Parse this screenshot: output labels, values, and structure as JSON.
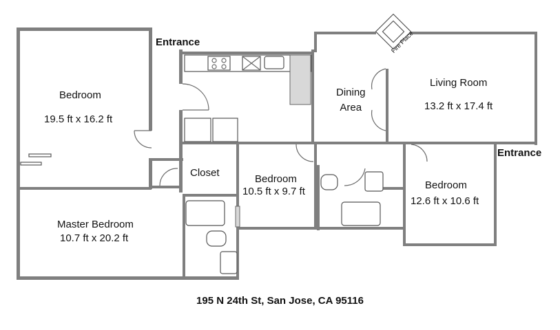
{
  "labels": {
    "entrance_top": "Entrance",
    "entrance_right": "Entrance",
    "fire_place": "Fire Place",
    "closet": "Closet",
    "dining": "Dining\nArea",
    "address": "195 N 24th St, San Jose, CA 95116"
  },
  "rooms": [
    {
      "name": "Bedroom",
      "size": "19.5 ft x 16.2 ft"
    },
    {
      "name": "Living Room",
      "size": "13.2 ft x 17.4 ft"
    },
    {
      "name": "Bedroom",
      "size": "10.5 ft x 9.7 ft"
    },
    {
      "name": "Bedroom",
      "size": "12.6 ft x 10.6 ft"
    },
    {
      "name": "Master Bedroom",
      "size": "10.7 ft x 20.2 ft"
    }
  ]
}
